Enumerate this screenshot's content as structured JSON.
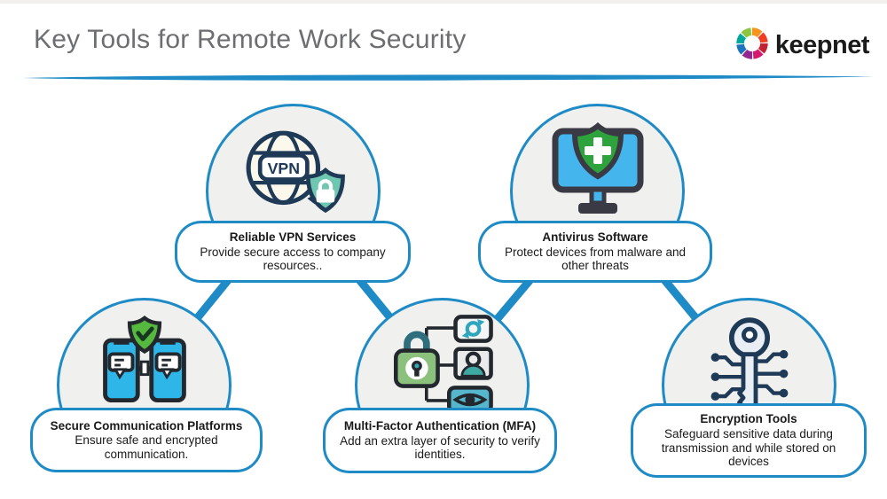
{
  "header": {
    "title": "Key Tools for Remote Work Security",
    "logo": {
      "text": "keepnet",
      "icon": "keepnet-pinwheel-icon"
    }
  },
  "colors": {
    "accent_blue": "#1e8bc6",
    "circle_fill": "#f0f0ee",
    "title_gray": "#6d6e71",
    "text_dark": "#1a1a1a",
    "shield_teal": "#6fc7b2",
    "shield_green": "#2ea23c",
    "screen_blue": "#45b5ee",
    "phone_cyan": "#2eb6e8",
    "lock_green": "#8cc07d",
    "eye_teal": "#56b6cb",
    "icon_navy": "#1e3a56"
  },
  "nodes": [
    {
      "id": "vpn",
      "icon": "vpn-globe-shield-icon",
      "title": "Reliable VPN Services",
      "desc": "Provide secure access to company resources.."
    },
    {
      "id": "antivirus",
      "icon": "antivirus-monitor-shield-icon",
      "title": "Antivirus Software",
      "desc": "Protect devices from malware and other threats"
    },
    {
      "id": "secure-communication",
      "icon": "secure-chat-phones-icon",
      "title": "Secure Communication Platforms",
      "desc": "Ensure safe and encrypted communication."
    },
    {
      "id": "mfa",
      "icon": "mfa-lock-factors-icon",
      "title": "Multi-Factor Authentication (MFA)",
      "desc": "Add an extra layer of security to verify identities."
    },
    {
      "id": "encryption",
      "icon": "encryption-circuit-key-icon",
      "title": "Encryption Tools",
      "desc": "Safeguard sensitive data during transmission and while stored on devices"
    }
  ]
}
